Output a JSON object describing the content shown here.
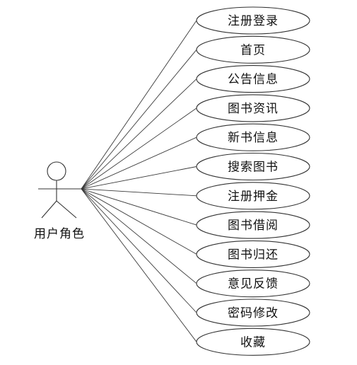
{
  "actor": {
    "label": "用户角色"
  },
  "use_cases": [
    {
      "label": "注册登录"
    },
    {
      "label": "首页"
    },
    {
      "label": "公告信息"
    },
    {
      "label": "图书资讯"
    },
    {
      "label": "新书信息"
    },
    {
      "label": "搜索图书"
    },
    {
      "label": "注册押金"
    },
    {
      "label": "图书借阅"
    },
    {
      "label": "图书归还"
    },
    {
      "label": "意见反馈"
    },
    {
      "label": "密码修改"
    },
    {
      "label": "收藏"
    }
  ]
}
